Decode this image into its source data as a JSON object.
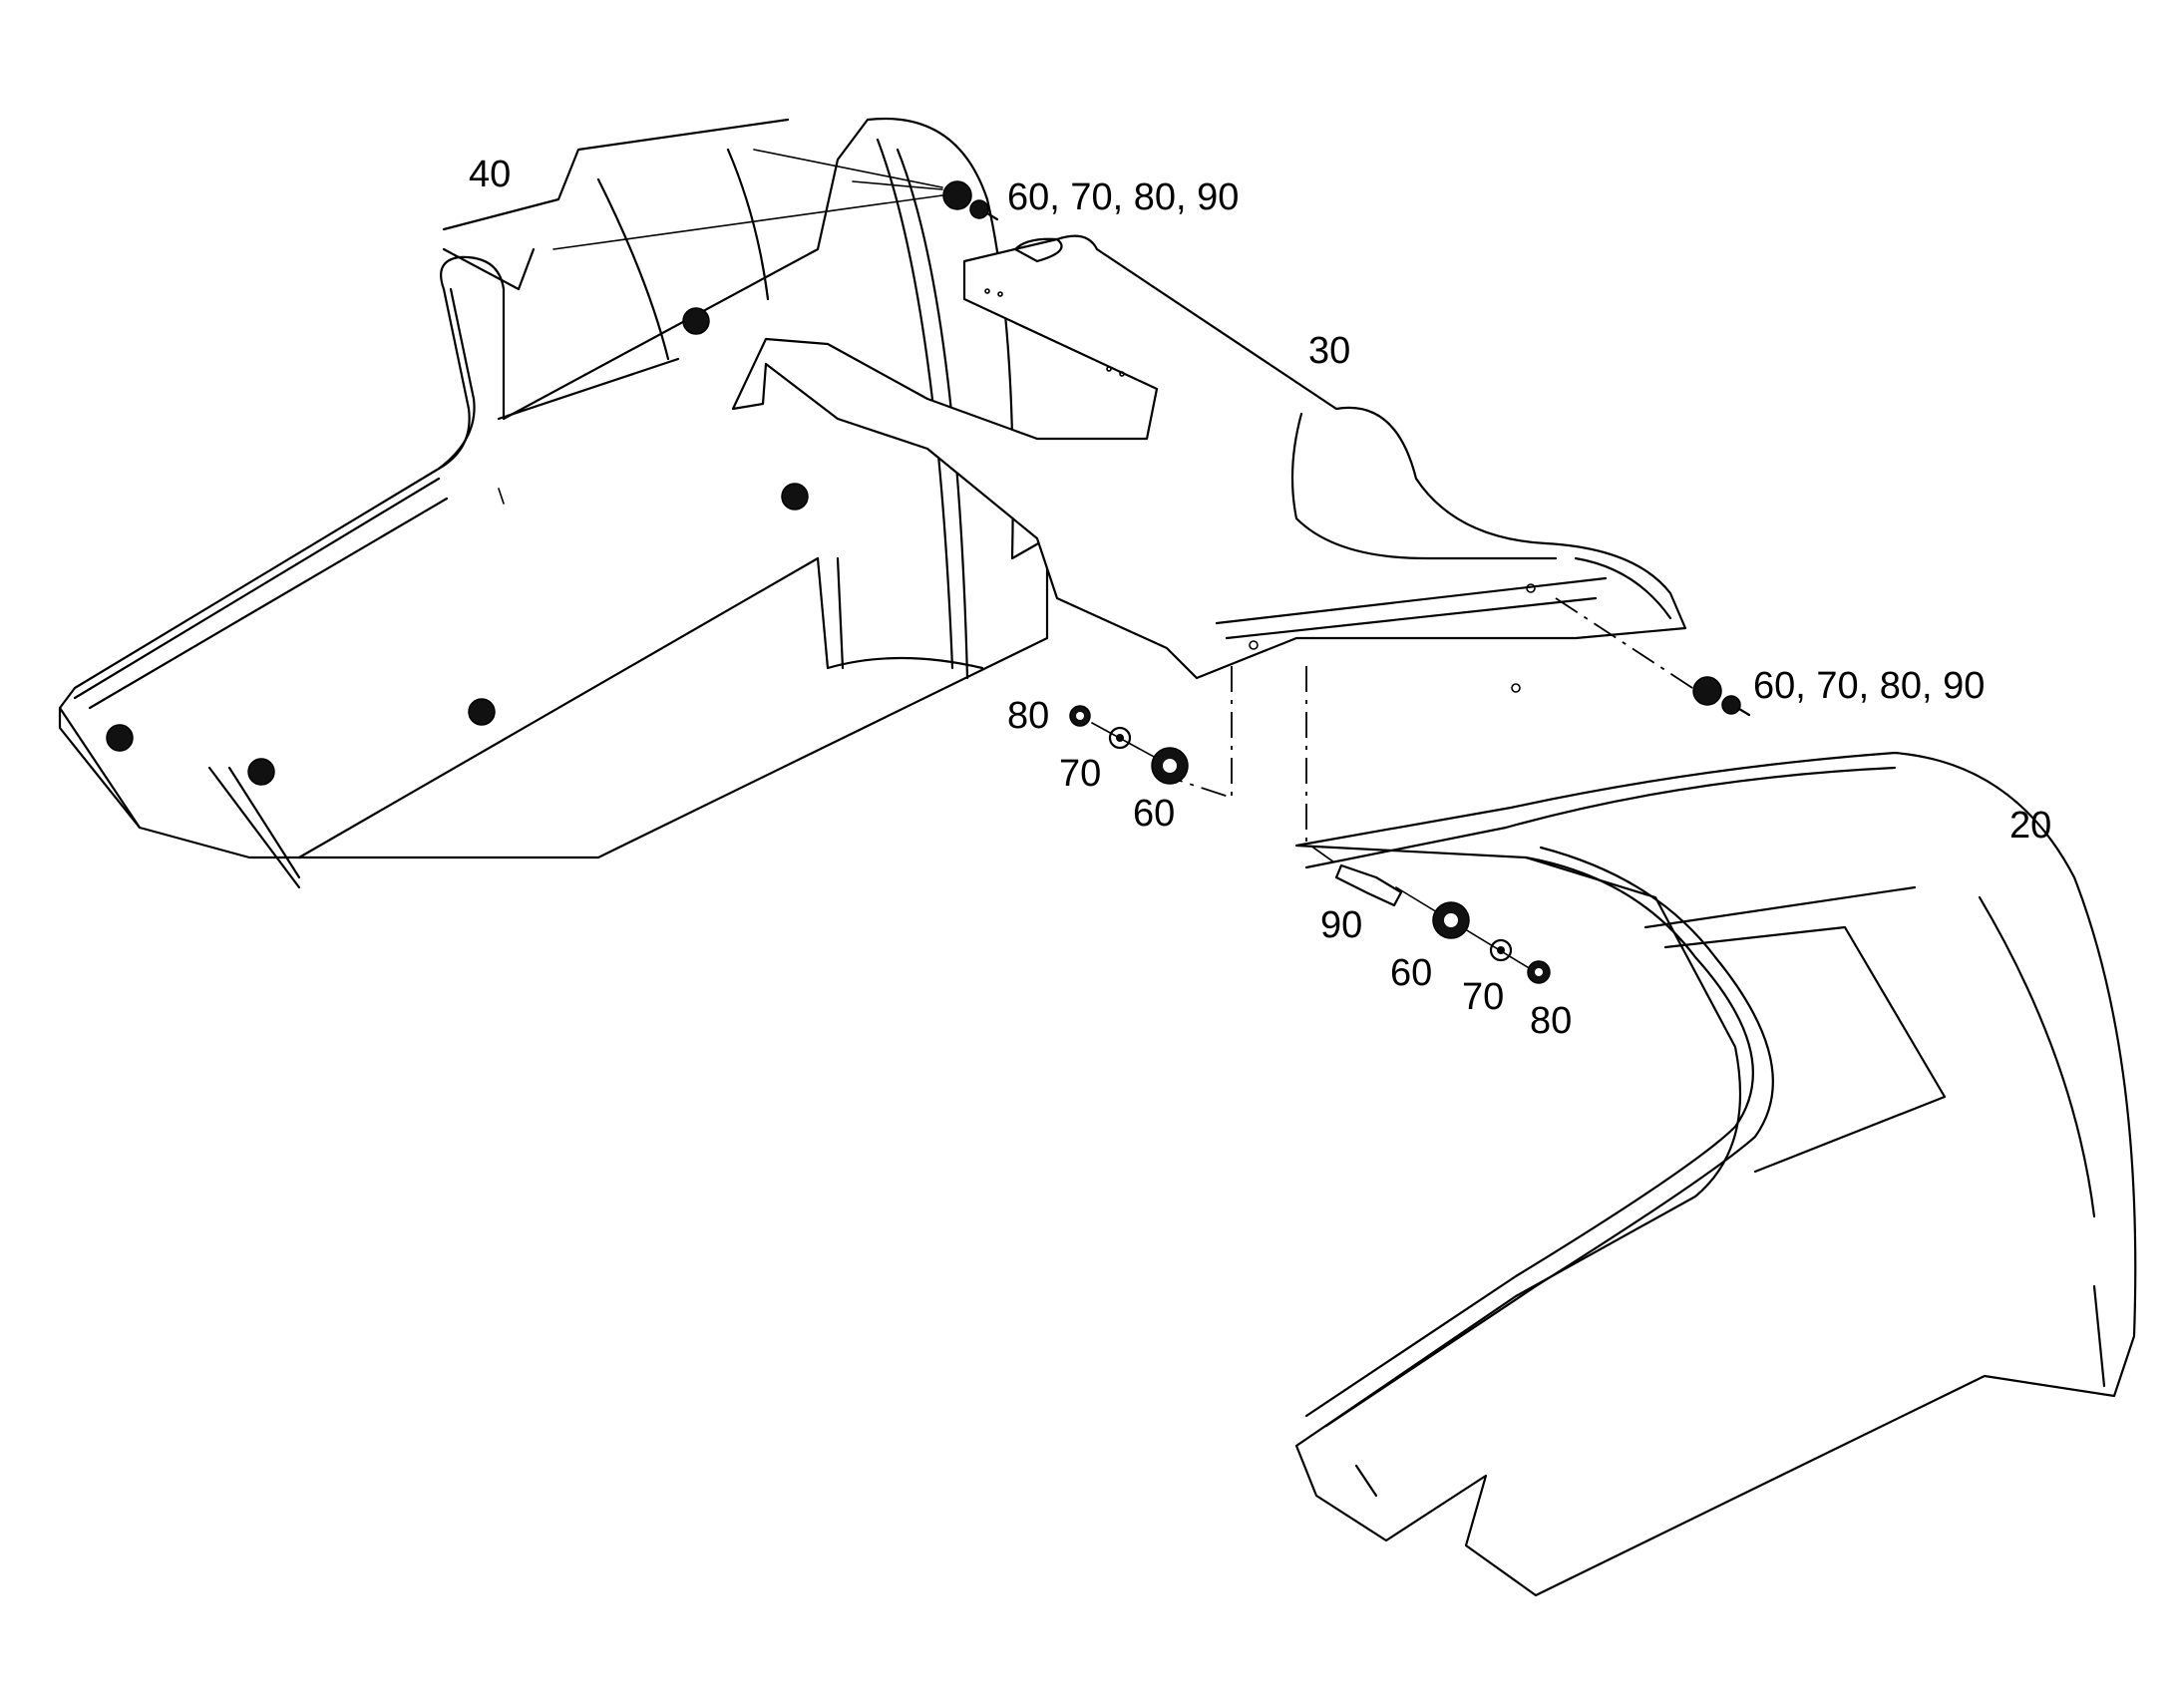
{
  "diagram": {
    "labels": {
      "part_40": "40",
      "part_30": "30",
      "part_20": "20",
      "callout_top": "60, 70, 80, 90",
      "callout_right": "60, 70, 80, 90",
      "left_80": "80",
      "left_70": "70",
      "left_60": "60",
      "lower_90": "90",
      "lower_60": "60",
      "lower_70": "70",
      "lower_80": "80"
    }
  }
}
